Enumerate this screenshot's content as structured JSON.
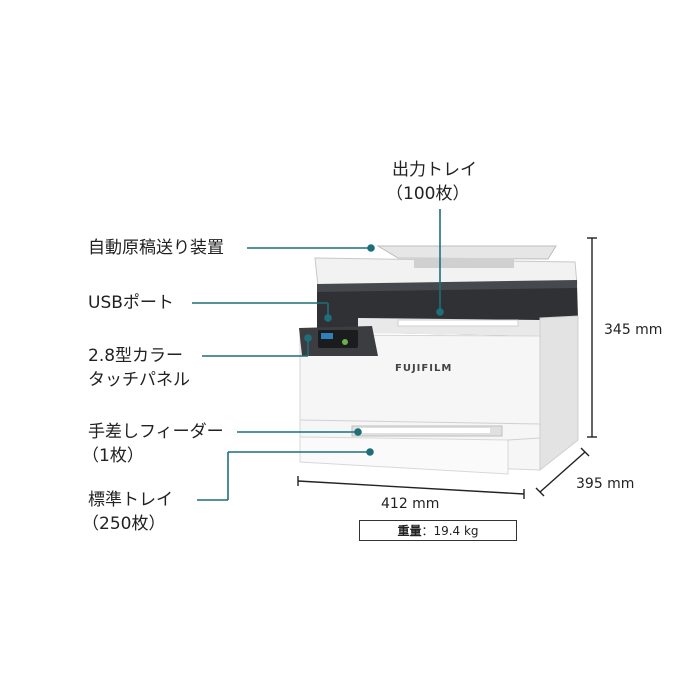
{
  "labels": {
    "output_tray": [
      "出力トレイ",
      "（100枚）"
    ],
    "adf": "自動原稿送り装置",
    "usb_port": "USBポート",
    "panel": [
      "2.8型カラー",
      "タッチパネル"
    ],
    "bypass": [
      "手差しフィーダー",
      "（1枚）"
    ],
    "std_tray": [
      "標準トレイ",
      "（250枚）"
    ]
  },
  "dimensions": {
    "height": "345 mm",
    "width": "412 mm",
    "depth": "395 mm"
  },
  "weight": {
    "label": "重量",
    "value": "：19.4 kg"
  },
  "brand": "FUJIFILM",
  "colors": {
    "callout_line": "#1e6f7c",
    "dimension_line": "#222222"
  }
}
